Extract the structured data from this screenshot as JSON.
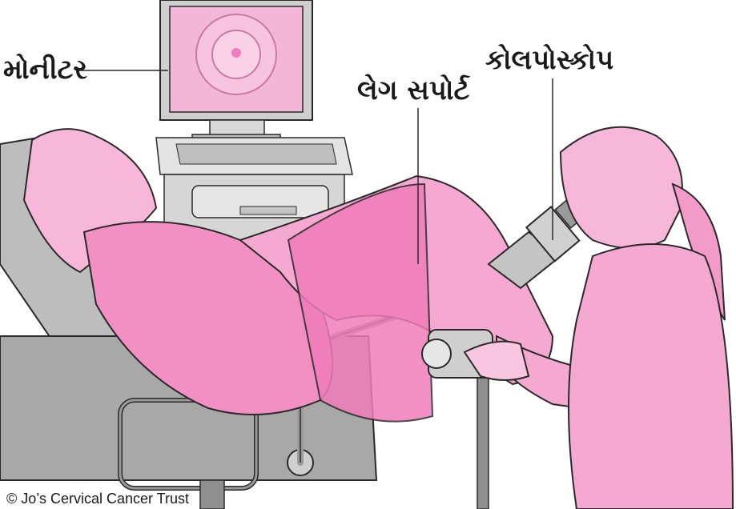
{
  "labels": {
    "monitor": "મોનીટર",
    "leg_support": "લેગ સપોર્ટ",
    "colposcope": "કોલપોસ્કોપ"
  },
  "copyright": "© Jo’s Cervical Cancer Trust",
  "colors": {
    "skin": "#f5a9d0",
    "skin_light": "#f9c6e1",
    "gown": "#f07cbb",
    "gown_dark": "#e862a8",
    "equipment": "#d9d9d9",
    "equipment_dark": "#9a9a9a",
    "screen": "#f3a8cd",
    "outline": "#2a2a2a"
  }
}
